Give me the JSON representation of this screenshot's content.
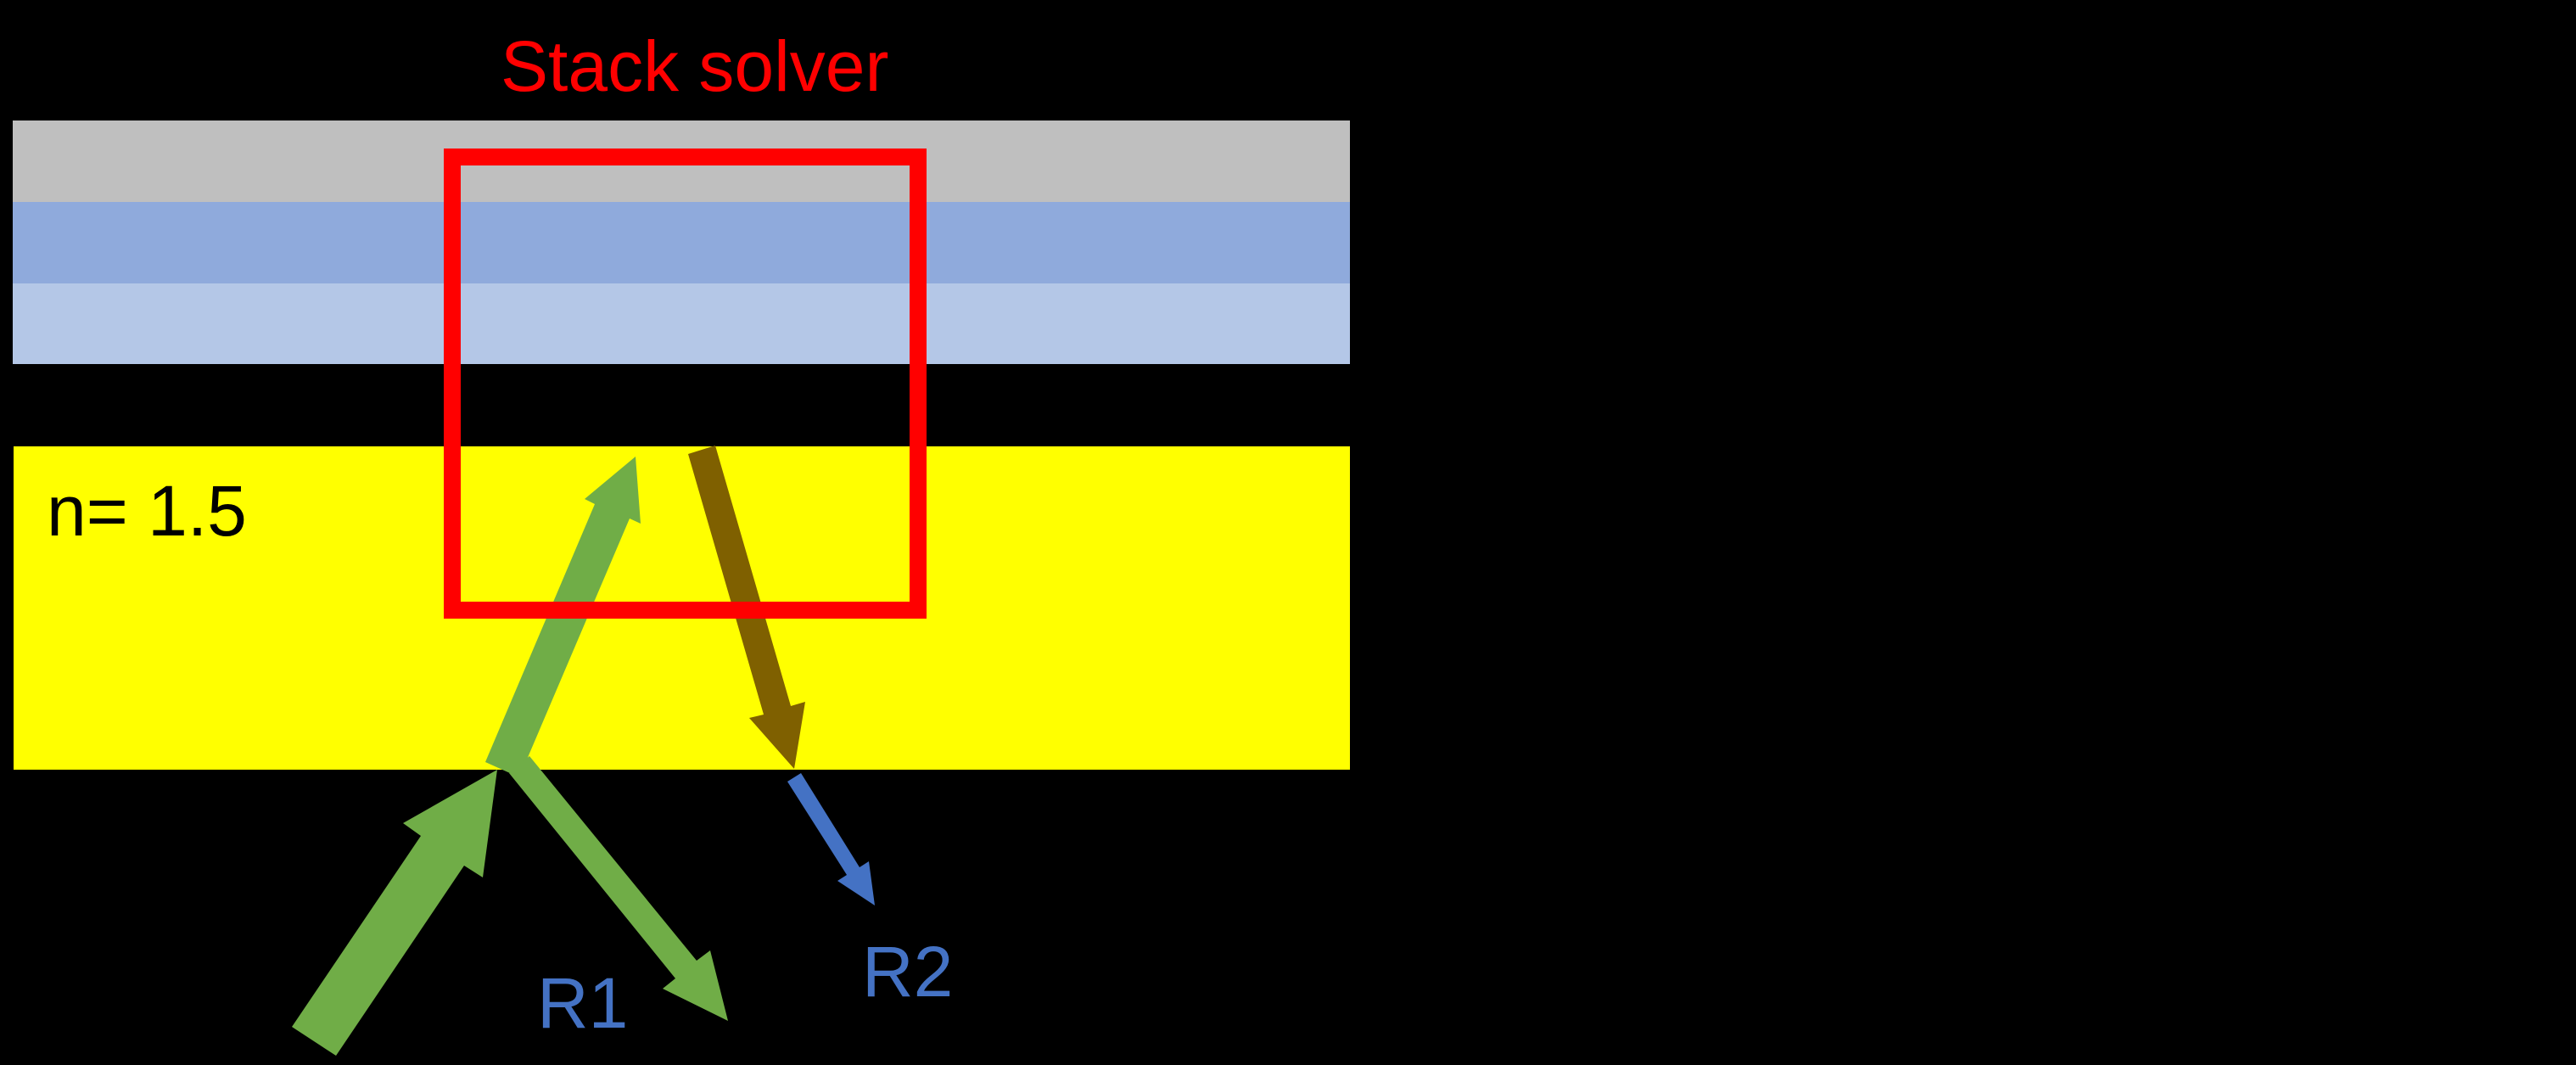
{
  "diagram": {
    "title": "Stack solver",
    "substrate_label": "n= 1.5",
    "ray_labels": {
      "r1": "R1",
      "r2": "R2"
    },
    "colors": {
      "background": "#000000",
      "title_text": "#FF0000",
      "solver_box": "#FF0000",
      "coating_layer_top": "#BFBFBF",
      "coating_layer_mid": "#8FAADC",
      "coating_layer_bottom": "#B4C7E7",
      "substrate": "#FFFF00",
      "substrate_label_text": "#000000",
      "incident_ray": "#70AD47",
      "refracted_ray": "#70AD47",
      "r1_ray": "#70AD47",
      "internal_reflected_ray": "#7F6000",
      "r2_ray": "#4472C4",
      "ray_label_text": "#4472C4"
    }
  }
}
